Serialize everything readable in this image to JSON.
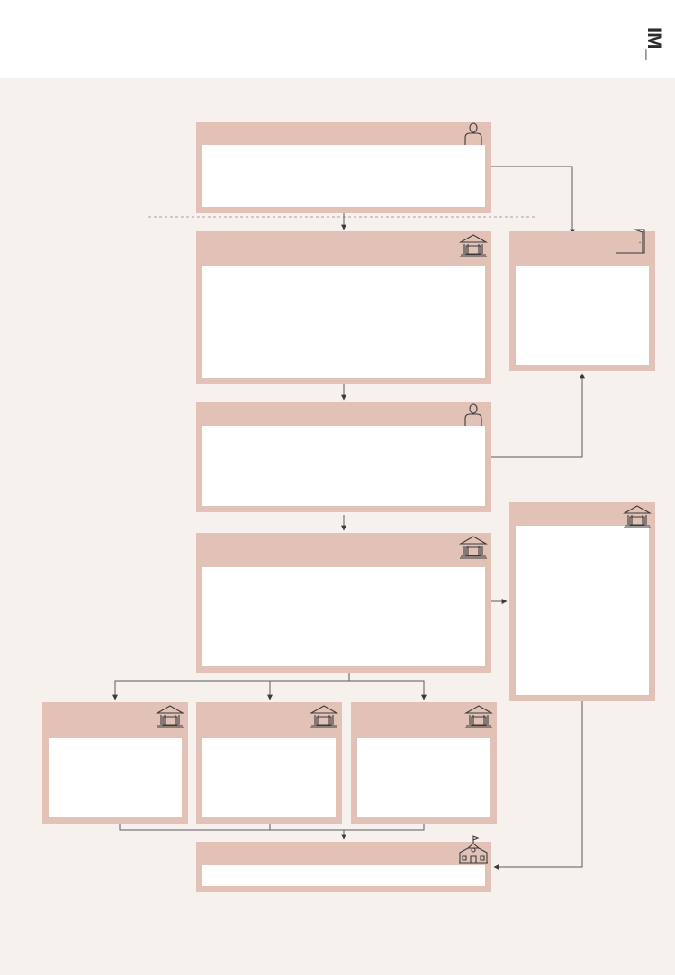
{
  "brand": {
    "logo_text": "IM_"
  },
  "colors": {
    "page_background": "#f7f1ed",
    "box_fill": "#e2c2b6",
    "box_body": "#ffffff",
    "connector": "#5a5a5a",
    "icon_stroke": "#3a3a3a"
  },
  "diagram": {
    "nodes": [
      {
        "id": "applicant",
        "icon": "person-icon"
      },
      {
        "id": "court-review",
        "icon": "courthouse-icon"
      },
      {
        "id": "exit",
        "icon": "door-exit-icon"
      },
      {
        "id": "applicant-response",
        "icon": "person-icon"
      },
      {
        "id": "court-decision",
        "icon": "courthouse-icon"
      },
      {
        "id": "side-court",
        "icon": "courthouse-icon"
      },
      {
        "id": "court-branch-1",
        "icon": "courthouse-icon"
      },
      {
        "id": "court-branch-2",
        "icon": "courthouse-icon"
      },
      {
        "id": "court-branch-3",
        "icon": "courthouse-icon"
      },
      {
        "id": "final-outcome",
        "icon": "school-building-icon"
      }
    ],
    "edges": [
      {
        "from": "applicant",
        "to": "court-review"
      },
      {
        "from": "applicant",
        "to": "exit"
      },
      {
        "from": "court-review",
        "to": "applicant-response"
      },
      {
        "from": "applicant-response",
        "to": "exit"
      },
      {
        "from": "applicant-response",
        "to": "court-decision"
      },
      {
        "from": "court-decision",
        "to": "side-court"
      },
      {
        "from": "court-decision",
        "to": "court-branch-1"
      },
      {
        "from": "court-decision",
        "to": "court-branch-2"
      },
      {
        "from": "court-decision",
        "to": "court-branch-3"
      },
      {
        "from": "court-branch-1",
        "to": "final-outcome"
      },
      {
        "from": "court-branch-2",
        "to": "final-outcome"
      },
      {
        "from": "court-branch-3",
        "to": "final-outcome"
      },
      {
        "from": "side-court",
        "to": "final-outcome"
      }
    ]
  }
}
